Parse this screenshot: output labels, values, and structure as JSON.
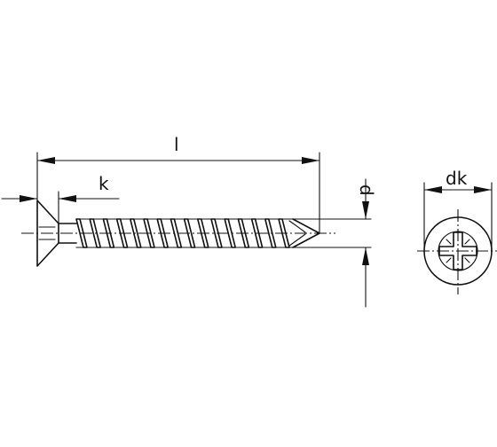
{
  "dimensions": {
    "length_label": "l",
    "head_height_label": "k",
    "diameter_label": "d",
    "head_diameter_label": "dk"
  },
  "colors": {
    "line": "#111111",
    "background": "#ffffff"
  },
  "views": {
    "side": "screw-side-view",
    "head": "pozidriv-head-view"
  }
}
